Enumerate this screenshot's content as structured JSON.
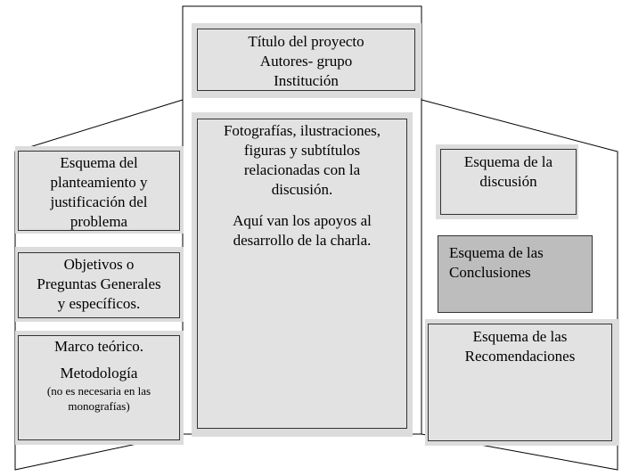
{
  "center_title": {
    "lines": [
      "Título del proyecto",
      "Autores- grupo",
      "Institución"
    ]
  },
  "center_main": {
    "lines": [
      "Fotografías, ilustraciones,",
      "figuras y subtítulos",
      "relacionadas con la",
      "discusión."
    ],
    "note_lines": [
      "Aquí van los apoyos al",
      "desarrollo de la charla."
    ]
  },
  "left_panel": {
    "planteamiento": [
      "Esquema del",
      "planteamiento y",
      "justificación del",
      "problema"
    ],
    "objetivos": [
      "Objetivos o",
      "Preguntas Generales",
      "y específicos."
    ],
    "marco": {
      "title": "Marco teórico.",
      "metodologia": "Metodología",
      "note": [
        "(no es necesaria en las",
        "monografías)"
      ]
    }
  },
  "right_panel": {
    "discusion": [
      "Esquema de la",
      "discusión"
    ],
    "conclusiones": [
      "Esquema de las",
      "Conclusiones"
    ],
    "recomendaciones": [
      "Esquema de las",
      "Recomendaciones"
    ]
  },
  "colors": {
    "box_fill": "#e2e2e2",
    "box_fill_dark": "#bdbdbd",
    "shadow": "#dcdcdc",
    "stroke": "#000000"
  }
}
